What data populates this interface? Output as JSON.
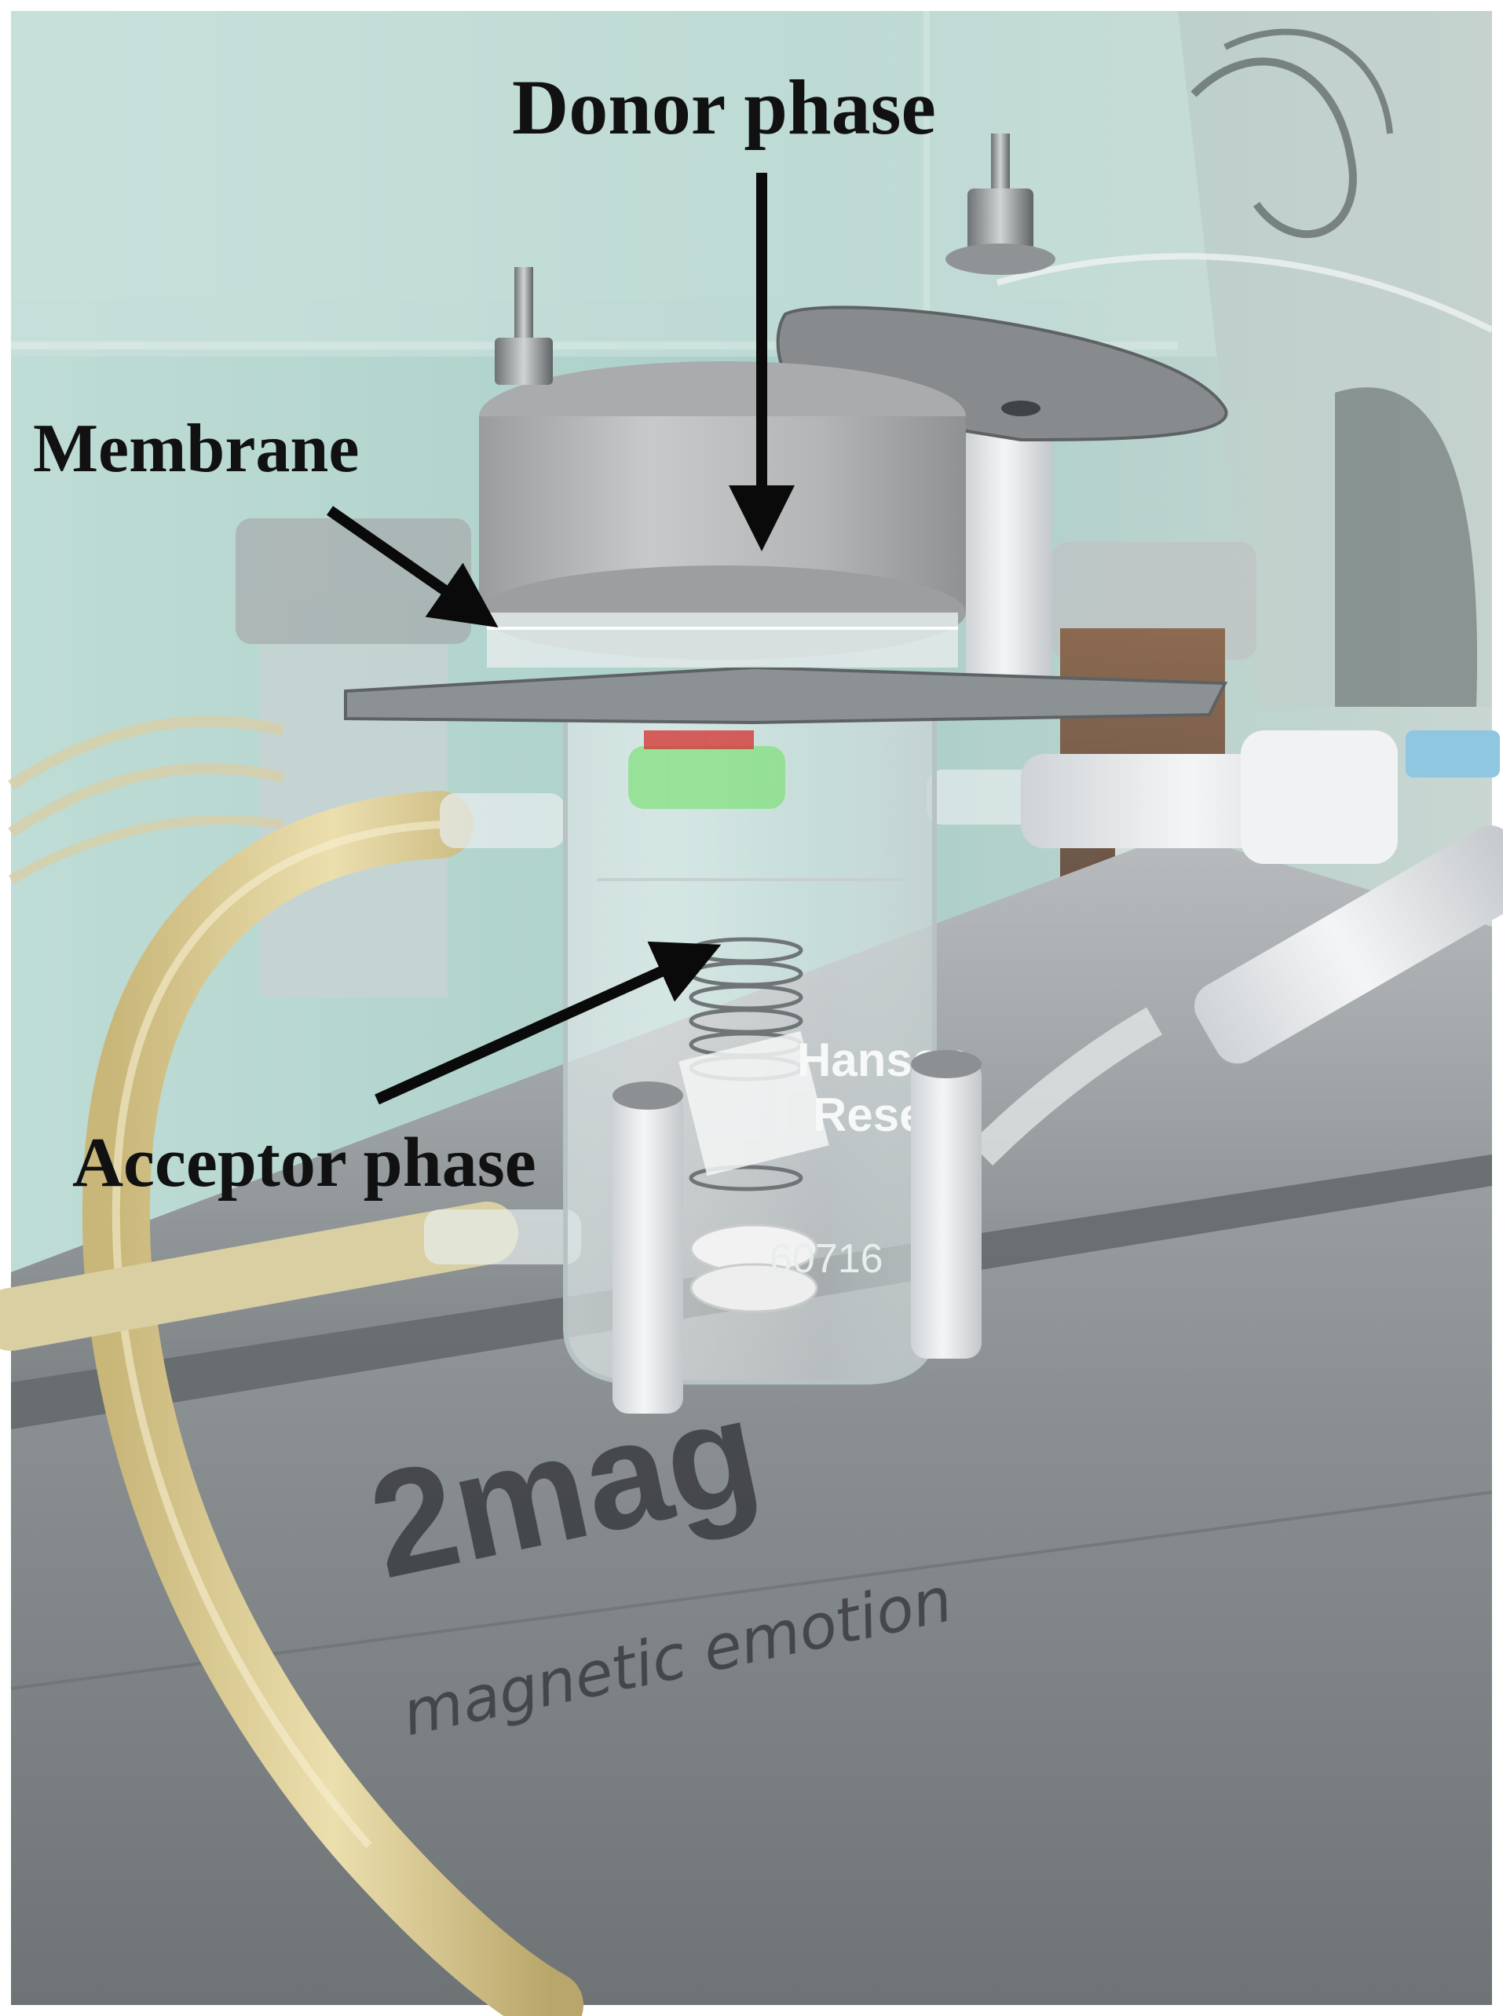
{
  "annotations": {
    "donor_label": "Donor phase",
    "membrane_label": "Membrane",
    "acceptor_label": "Acceptor phase"
  },
  "printed_on_equipment": {
    "vessel_brand_line1": "Hanson",
    "vessel_brand_line2": "Resea",
    "vessel_number": "60716",
    "stirrer_brand": "2mag",
    "stirrer_tagline": "magnetic emotion"
  },
  "colors": {
    "background_wall": "#b9d8d2",
    "steel": "#9ea3a6",
    "cap_aluminum": "#b8babb",
    "tubing": "#dccc92",
    "ptfe_white": "#eef0f2",
    "arrow": "#0a0a0a"
  }
}
